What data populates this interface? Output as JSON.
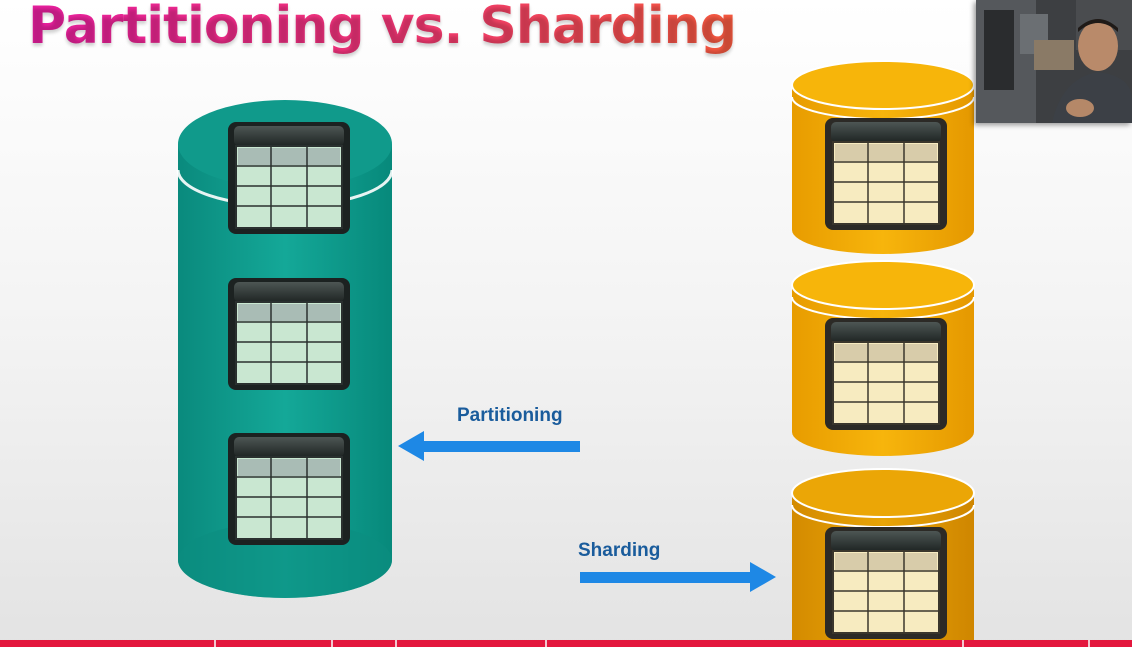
{
  "slide": {
    "title": "Partitioning vs. Sharding"
  },
  "arrows": {
    "partitioning_label": "Partitioning",
    "sharding_label": "Sharding"
  },
  "colors": {
    "title_gradient_start": "#e81fa0",
    "title_gradient_end": "#f65a3f",
    "teal_db": "#0d9b8c",
    "gold_db": "#f2ad05",
    "arrow_blue": "#1e88e5",
    "label_blue": "#1a5c9c",
    "progress_red": "#e3173d"
  },
  "icons": {
    "table": "table-grid-icon",
    "database": "database-cylinder-icon",
    "arrow_left": "arrow-left-icon",
    "arrow_right": "arrow-right-icon"
  },
  "video": {
    "progress_fraction": 1.0
  }
}
